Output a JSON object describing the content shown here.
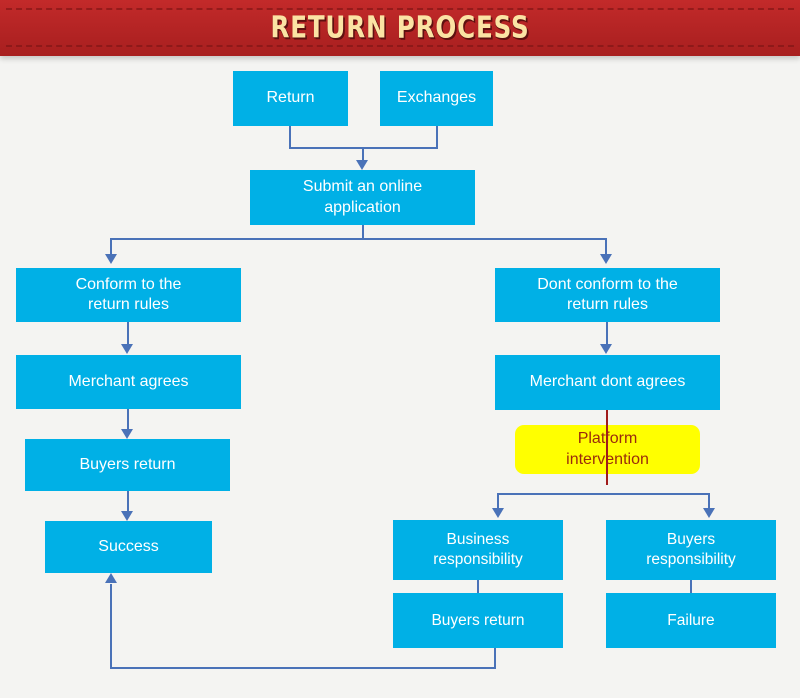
{
  "header": {
    "title": "RETURN PROCESS",
    "background_color": "#b62525",
    "title_color": "#fbe3a4"
  },
  "canvas": {
    "background_color": "#f4f4f2",
    "node_color": "#00b0e6",
    "node_text_color": "#ffffff",
    "highlight_node_color": "#ffff00",
    "highlight_text_color": "#9a2b0c",
    "connector_color": "#4a72b8",
    "highlight_connector_color": "#a01b1b"
  },
  "nodes": {
    "return": "Return",
    "exchanges": "Exchanges",
    "submit": "Submit an online\napplication",
    "submit_line1": "Submit an online",
    "submit_line2": "application",
    "conform_line1": "Conform to the",
    "conform_line2": "return rules",
    "merchant_agrees": "Merchant agrees",
    "buyers_return_left": "Buyers return",
    "success": "Success",
    "dont_conform_line1": "Dont conform to the",
    "dont_conform_line2": "return rules",
    "merchant_dont_agrees": "Merchant dont agrees",
    "platform_line1": "Platform",
    "platform_line2": "intervention",
    "business_resp_line1": "Business",
    "business_resp_line2": "responsibility",
    "buyers_return_bottom": "Buyers return",
    "buyers_resp_line1": "Buyers",
    "buyers_resp_line2": "responsibility",
    "failure": "Failure"
  },
  "flow": {
    "description": "Return and Exchanges merge into Submit an online application, which branches into Conform to the return rules and Dont conform to the return rules. The conforming path leads to Merchant agrees, Buyers return and Success. The non-conforming path leads to Merchant dont agrees and Platform intervention, which splits into Business responsibility (then Buyers return) and Buyers responsibility (then Failure). The bottom Buyers return loops back to Success."
  }
}
